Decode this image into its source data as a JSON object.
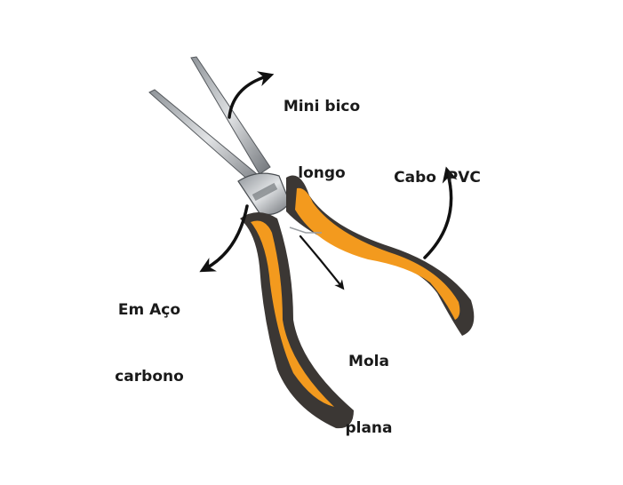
{
  "labels": {
    "tip": [
      "Mini bico",
      "longo"
    ],
    "handle": [
      "Cabo  PVC"
    ],
    "material": [
      "Em Aço",
      "carbono"
    ],
    "spring": [
      "Mola",
      "plana"
    ]
  },
  "colors": {
    "handle_orange": "#f39a1e",
    "handle_dark": "#3b3734",
    "steel": "#b9bcbf",
    "arrow": "#111111"
  }
}
